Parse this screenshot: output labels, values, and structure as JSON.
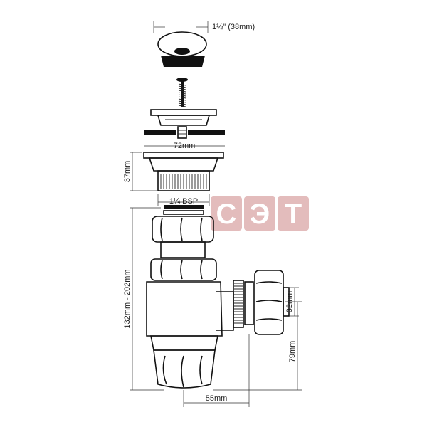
{
  "dimensions": {
    "top_diameter": "1½\" (38mm)",
    "flange_width": "72mm",
    "body_height": "37mm",
    "thread": "1¼ BSP",
    "trap_height": "132mm - 202mm",
    "outlet_diameter": "32mm",
    "outlet_height": "79mm",
    "outlet_offset": "55mm"
  },
  "watermark": {
    "letters": [
      "С",
      "Э",
      "Т"
    ],
    "color": "#d9a5a5"
  },
  "colors": {
    "line": "#111111",
    "background": "#ffffff"
  }
}
